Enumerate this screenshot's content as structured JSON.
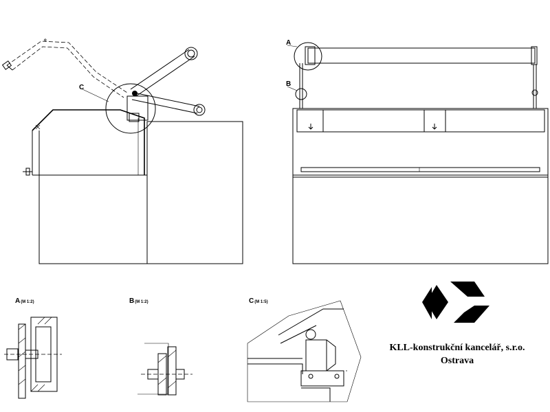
{
  "callouts": {
    "c_main": "C",
    "a_main": "A",
    "b_main": "B"
  },
  "details": {
    "a": {
      "letter": "A",
      "scale": "(M 1:2)"
    },
    "b": {
      "letter": "B",
      "scale": "(M 1:2)"
    },
    "c": {
      "letter": "C",
      "scale": "(M 1:5)"
    }
  },
  "company": {
    "name": "KLL-konstrukční kancelář, s.r.o.",
    "city": "Ostrava"
  },
  "icons": [
    "kll-logo-icon",
    "bolt-icon",
    "hinge-icon"
  ]
}
